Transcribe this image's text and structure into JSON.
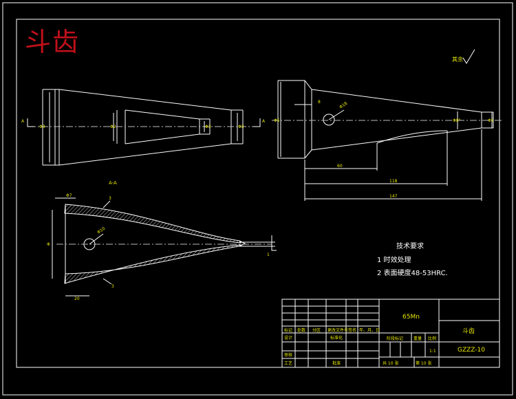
{
  "watermark": "斗齿",
  "roughness_note": "其余",
  "section_label": "A-A",
  "cut_marks": [
    "A",
    "A"
  ],
  "top_right_dims": [
    "8",
    "Φ18",
    "60",
    "118",
    "147",
    "Φ5",
    "Φ8°",
    "Φ5"
  ],
  "top_left_dims": [
    "Φ3",
    "Φ2",
    "Φ3",
    "Φ3"
  ],
  "bottom_dims": [
    "Φ",
    "Φ10",
    "Φ7",
    "20",
    "3",
    "3",
    "1"
  ],
  "tech_req": {
    "title": "技术要求",
    "items": [
      "1 时效处理",
      "2 表面硬度48-53HRC."
    ]
  },
  "title_block": {
    "material": "65Mn",
    "part_name": "斗齿",
    "drawing_no": "GZZZ-10",
    "row_labels": [
      "标记",
      "处数",
      "分区",
      "更改文件号",
      "签名",
      "年、月、日"
    ],
    "designer_row": [
      "设计",
      "标准化"
    ],
    "review_row": [
      "审核"
    ],
    "process_row": [
      "工艺",
      "批准"
    ],
    "stage_labels": [
      "阶段标记",
      "重量",
      "比例"
    ],
    "scale": "1:1",
    "sheet_total": "共 10 张",
    "sheet_no": "第 10 张"
  }
}
